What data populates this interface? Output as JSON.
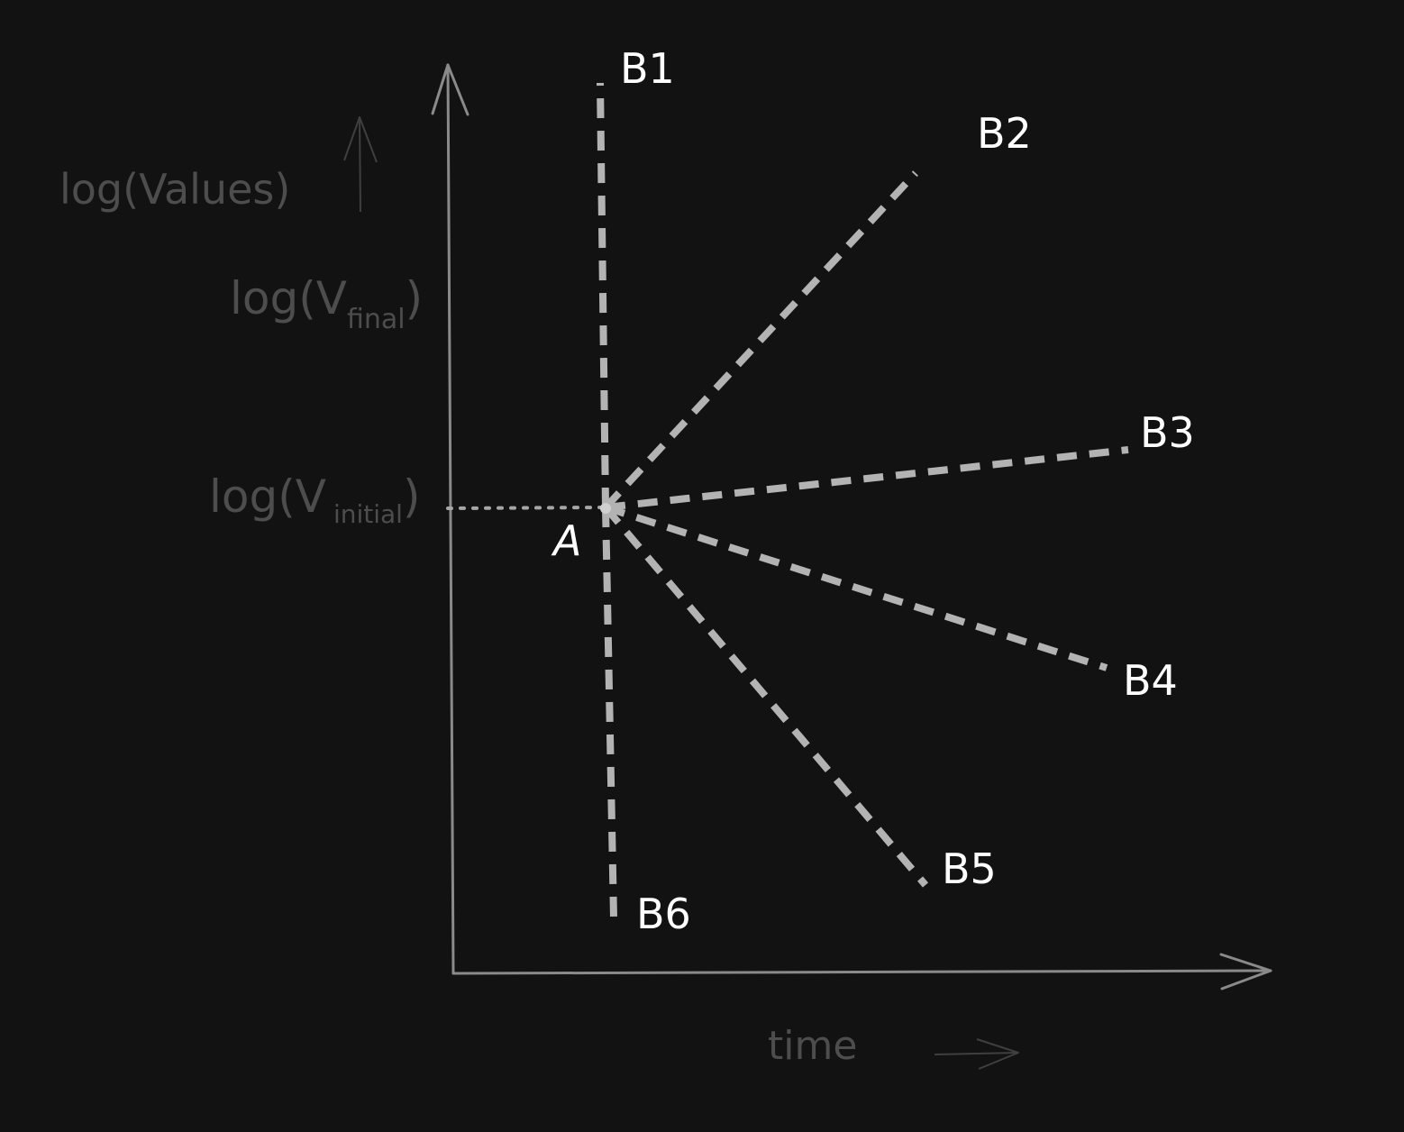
{
  "axes": {
    "y_label": "log(Values)",
    "x_label": "time"
  },
  "reference_labels": {
    "v_final": {
      "base": "log(V",
      "subscript": "final",
      "close": ")"
    },
    "v_initial": {
      "base": "log(V",
      "subscript": "initial",
      "close": ")"
    }
  },
  "origin_label": "A",
  "branches": [
    {
      "label": "B1"
    },
    {
      "label": "B2"
    },
    {
      "label": "B3"
    },
    {
      "label": "B4"
    },
    {
      "label": "B5"
    },
    {
      "label": "B6"
    }
  ],
  "colors": {
    "background": "#121212",
    "axis": "#8a8a8a",
    "dashed_line": "#b3b3b3",
    "label": "#ffffff",
    "dim_text": "#4d4d4d"
  }
}
